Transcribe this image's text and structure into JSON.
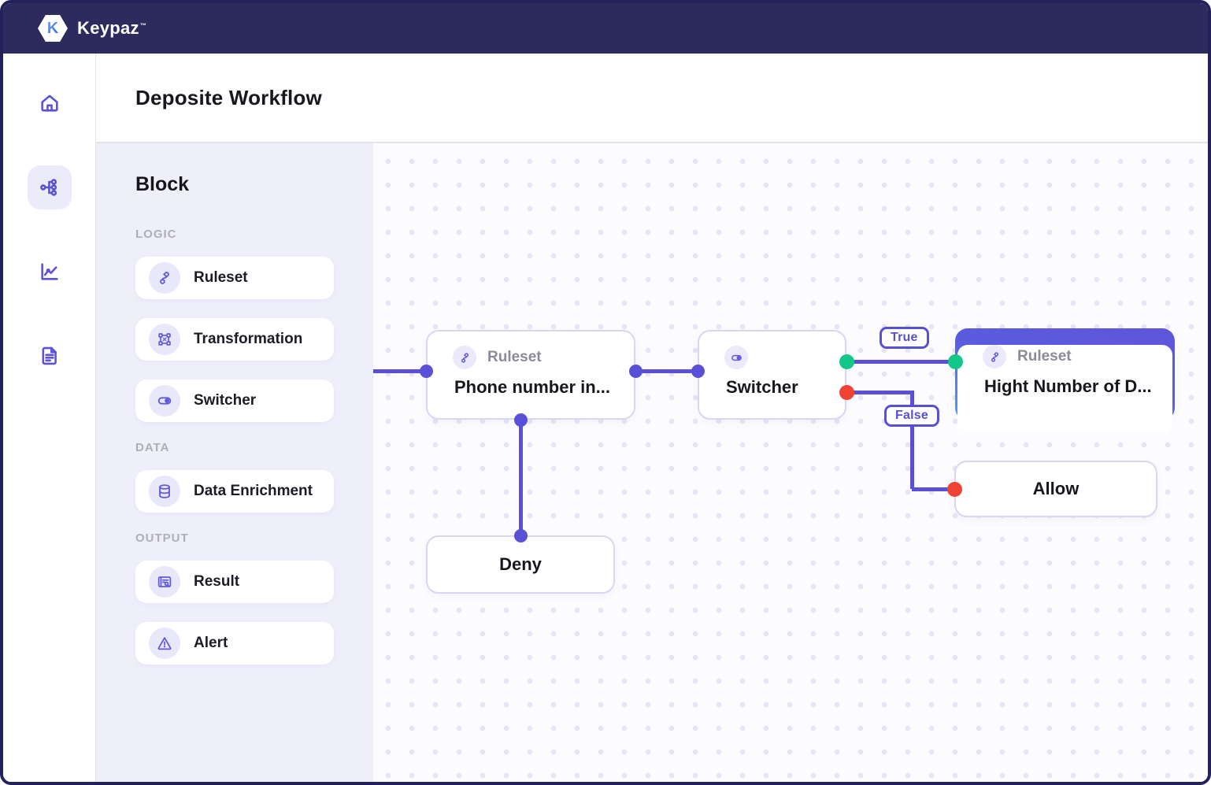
{
  "brand": {
    "name": "Keypaz",
    "tm": "™",
    "logo_letter": "K"
  },
  "nav": {
    "items": [
      {
        "label": "home",
        "active": false
      },
      {
        "label": "workflows",
        "active": true
      },
      {
        "label": "analytics",
        "active": false
      },
      {
        "label": "documents",
        "active": false
      }
    ]
  },
  "header": {
    "title": "Deposite Workflow"
  },
  "block_panel": {
    "title": "Block",
    "sections": [
      {
        "label": "LOGIC",
        "items": [
          {
            "label": "Ruleset",
            "icon": "ruleset-icon"
          },
          {
            "label": "Transformation",
            "icon": "transformation-icon"
          },
          {
            "label": "Switcher",
            "icon": "switcher-toggle-icon"
          }
        ]
      },
      {
        "label": "DATA",
        "items": [
          {
            "label": "Data Enrichment",
            "icon": "database-icon"
          }
        ]
      },
      {
        "label": "OUTPUT",
        "items": [
          {
            "label": "Result",
            "icon": "result-icon"
          },
          {
            "label": "Alert",
            "icon": "alert-icon"
          }
        ]
      }
    ]
  },
  "canvas": {
    "nodes": [
      {
        "id": "ruleset-phone",
        "badge": "Ruleset",
        "title": "Phone number in...",
        "state": "default"
      },
      {
        "id": "switcher",
        "badge": "",
        "title": "Switcher",
        "state": "default"
      },
      {
        "id": "ruleset-hight",
        "badge": "Ruleset",
        "title": "Hight Number of D...",
        "state": "selected"
      },
      {
        "id": "allow",
        "badge": "",
        "title": "Allow",
        "state": "default"
      },
      {
        "id": "deny",
        "badge": "",
        "title": "Deny",
        "state": "default"
      }
    ],
    "edge_labels": {
      "true": "True",
      "false": "False"
    },
    "colors": {
      "edge": "#5a50d7",
      "true_port": "#12c787",
      "false_port": "#ee4334",
      "selected_border_top": "#5f55da",
      "selected_border_bottom": "#4aa0f6"
    }
  }
}
